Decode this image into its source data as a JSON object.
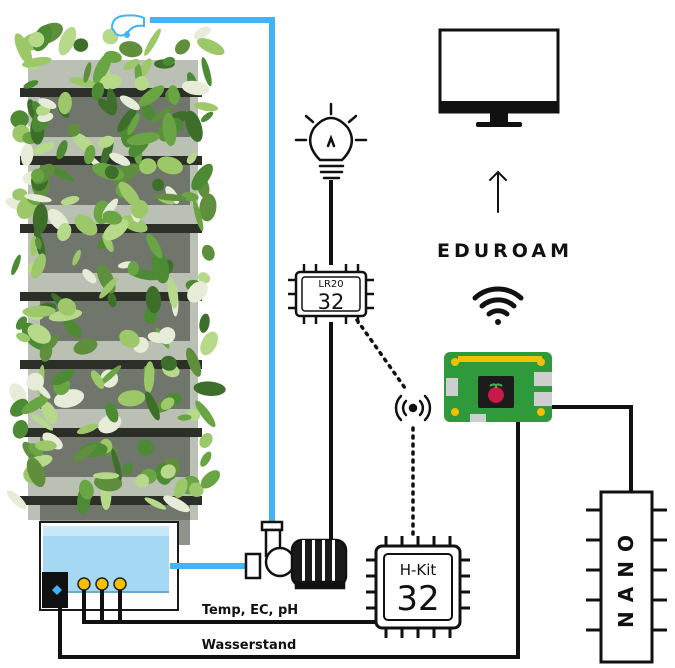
{
  "network": {
    "label": "EDUROAM"
  },
  "chips": {
    "light_controller": {
      "top": "LR20",
      "main": "32"
    },
    "sensor_kit": {
      "top": "H-Kit",
      "main": "32"
    },
    "nano": {
      "label": "NANO"
    }
  },
  "wires": {
    "sensors": "Temp, EC, pH",
    "water_level": "Wasserstand"
  },
  "colors": {
    "water_pipe": "#40b4f4",
    "water_tank": "#a5d8f2",
    "pcb": "#2e9a3c",
    "pin": "#f4c000",
    "raspberry": "#c51a4a",
    "leaf": "#4c8a33",
    "leaf_light": "#9cc86a",
    "pot": "#2c2e28"
  },
  "icons": [
    "water-drop-icon",
    "light-bulb-icon",
    "monitor-icon",
    "arrow-up-icon",
    "wifi-icon",
    "antenna-icon",
    "pump-icon",
    "raspberry-pi-icon",
    "cpu-chip-icon"
  ]
}
